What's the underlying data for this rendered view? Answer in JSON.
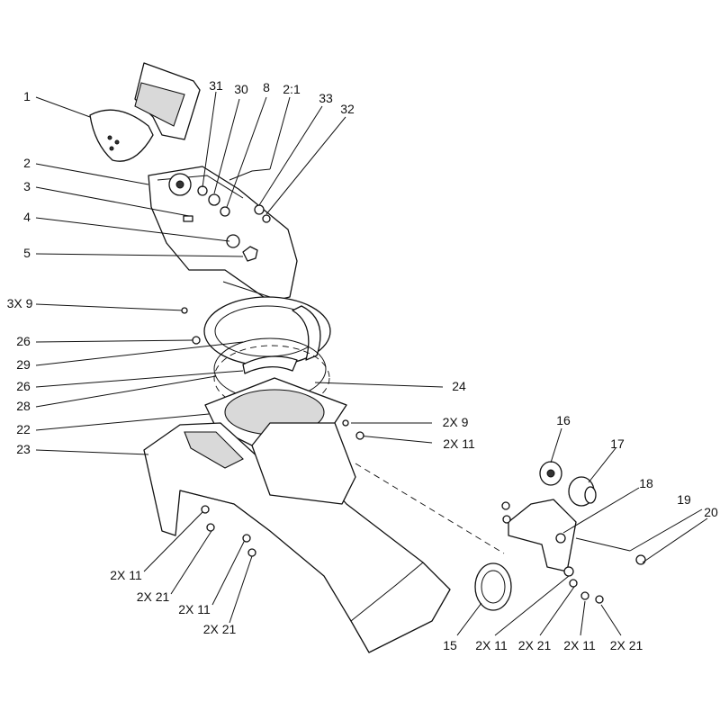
{
  "labels": {
    "l1": "1",
    "l2": "2",
    "l3": "3",
    "l4": "4",
    "l5": "5",
    "l3x9": "3X 9",
    "l26a": "26",
    "l29": "29",
    "l26b": "26",
    "l28": "28",
    "l22": "22",
    "l23": "23",
    "l31": "31",
    "l30": "30",
    "l8": "8",
    "l21": "2:1",
    "l33": "33",
    "l32": "32",
    "l24": "24",
    "l2x9": "2X 9",
    "l2x11a": "2X 11",
    "l16": "16",
    "l17": "17",
    "l18": "18",
    "l19": "19",
    "l20": "20",
    "l2x11b": "2X 11",
    "l2x21b": "2X 21",
    "l2x11c": "2X 11",
    "l2x21c": "2X 21",
    "l15": "15",
    "l2x11d": "2X 11",
    "l2x21d": "2X 21",
    "l2x11e": "2X 11",
    "l2x21e": "2X 21"
  }
}
